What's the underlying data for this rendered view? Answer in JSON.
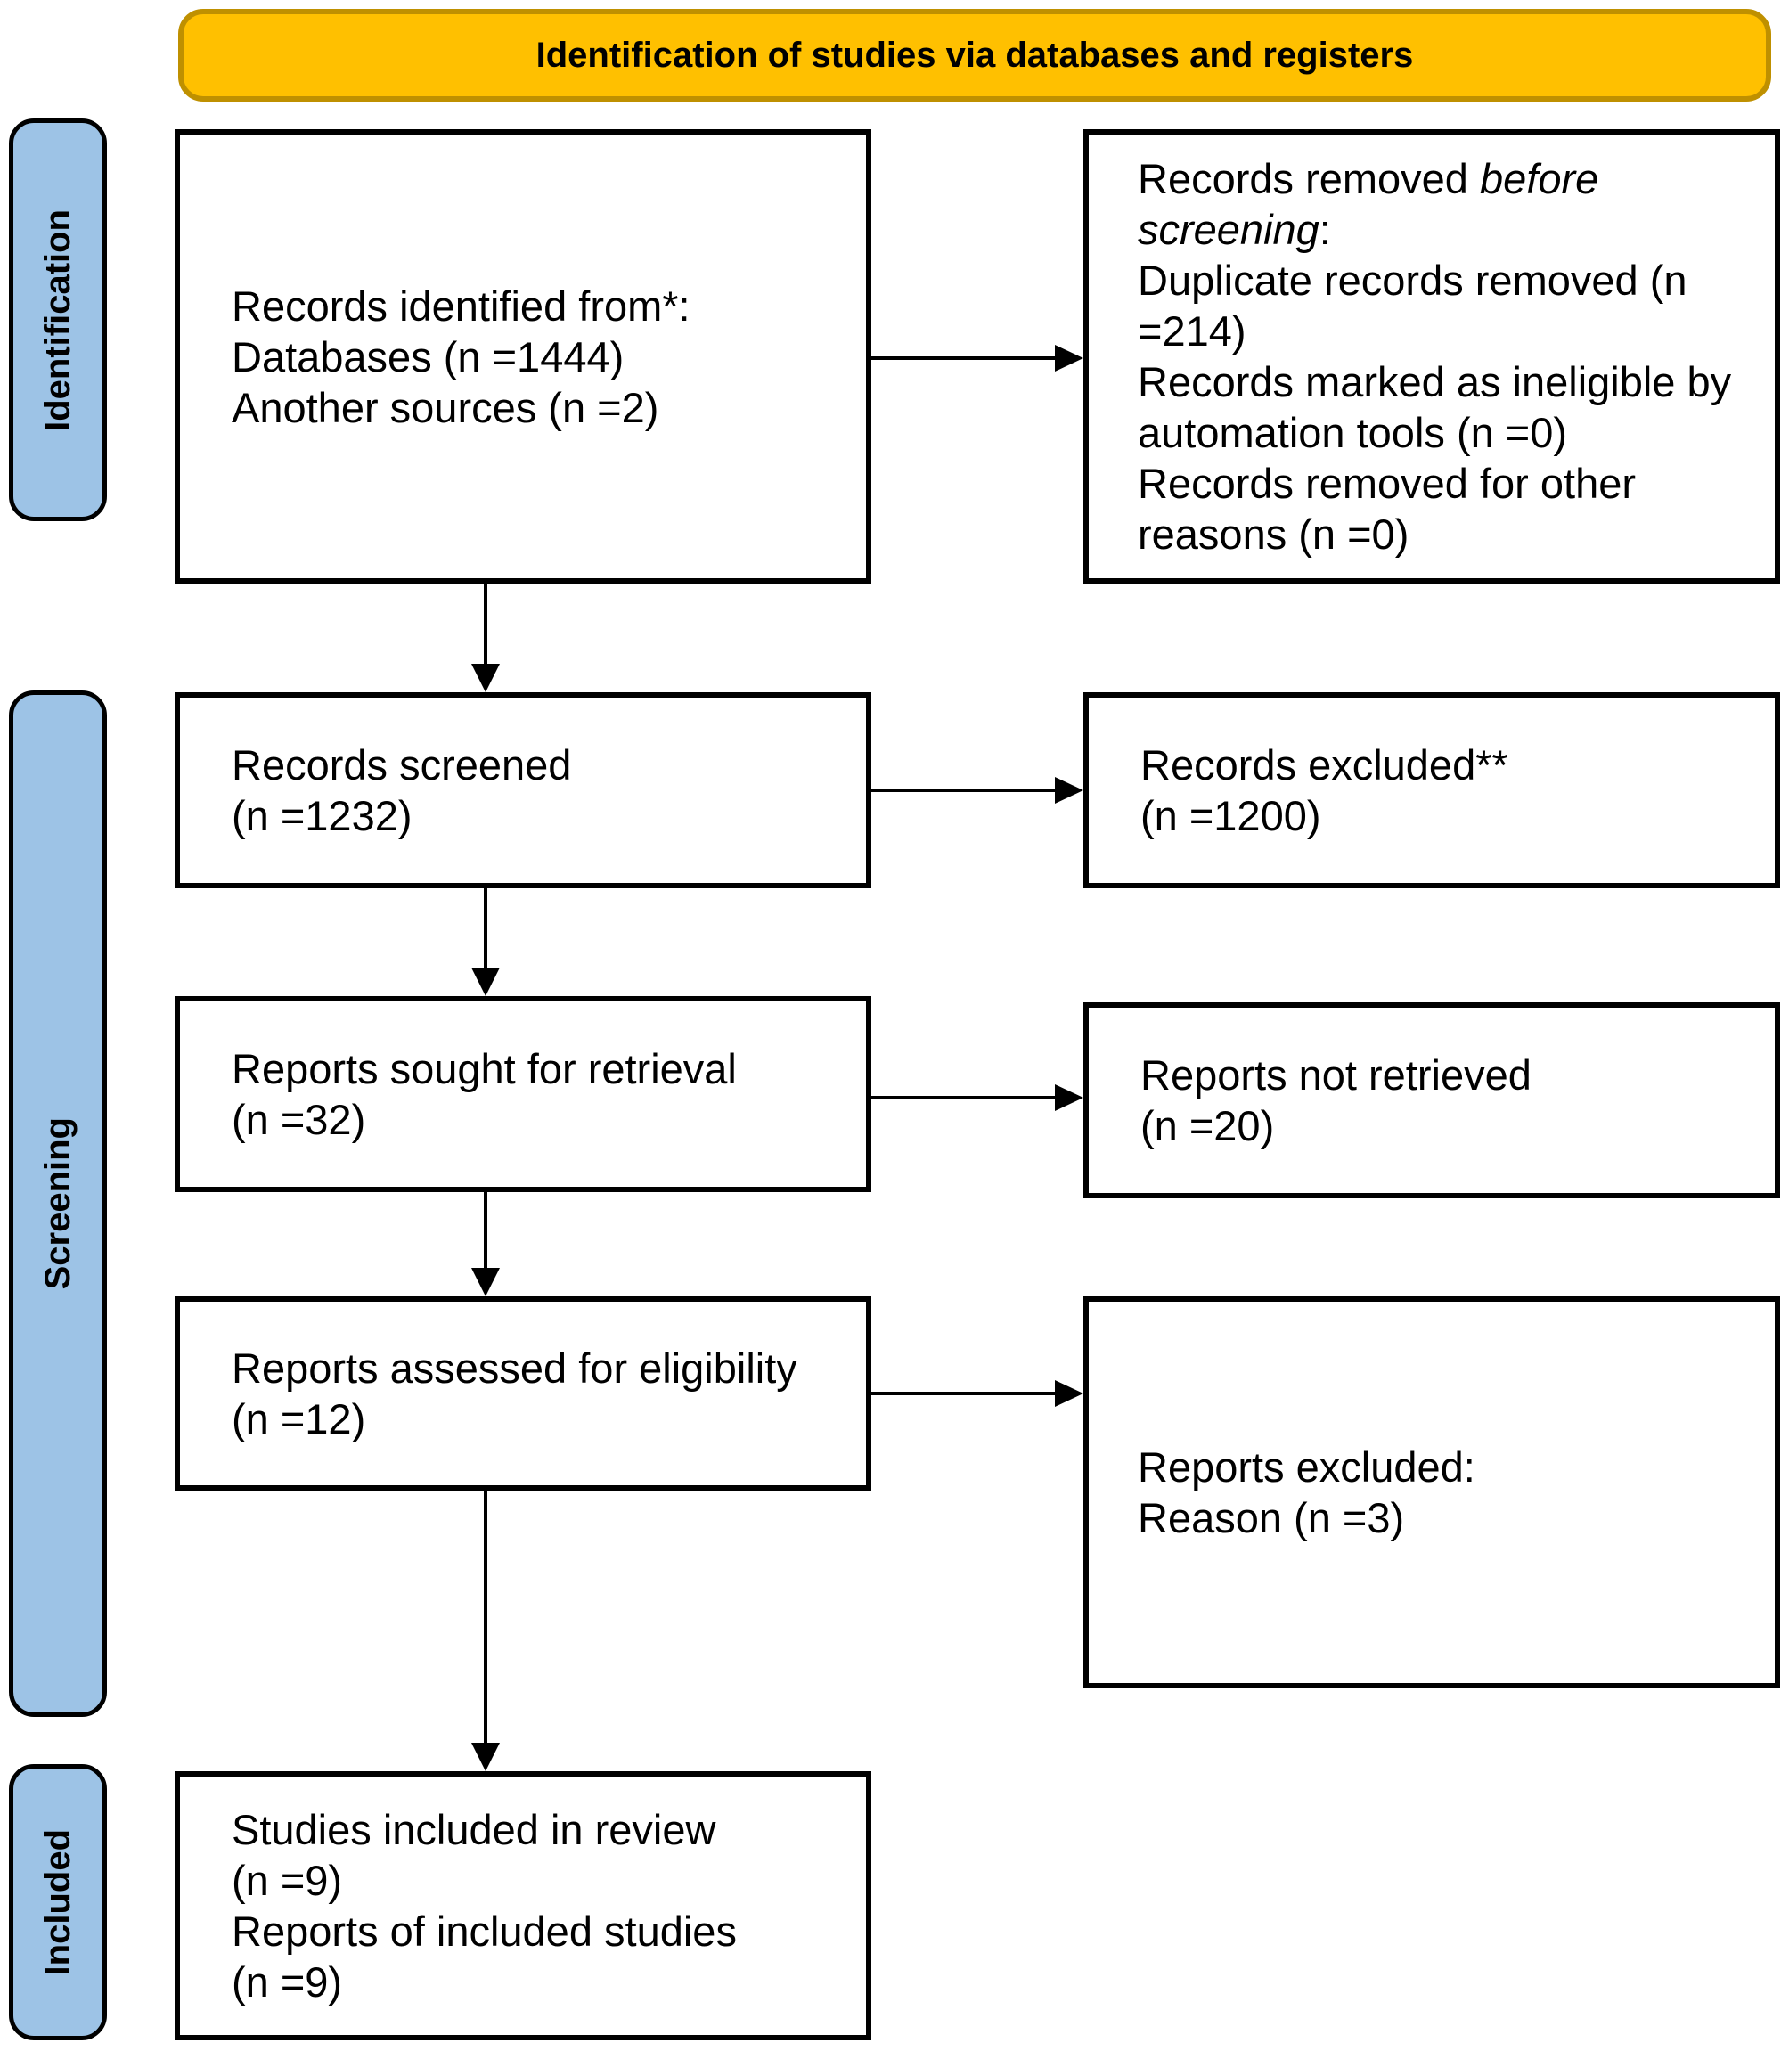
{
  "title": "Identification of studies via databases and registers",
  "colors": {
    "banner": "#FFC000",
    "banner_border": "#BF9000",
    "stage_fill": "#9DC3E6"
  },
  "stages": {
    "identification": "Identification",
    "screening": "Screening",
    "included": "Included"
  },
  "boxes": {
    "identified": "Records identified from*:\nDatabases (n =1444)\nAnother sources (n =2)",
    "removed_pre": "Records removed ",
    "removed_italic": "before screening",
    "removed_colon": ":",
    "removed_rest": "Duplicate records removed (n =214)\nRecords marked as ineligible by automation tools (n =0)\nRecords removed for other reasons (n =0)",
    "screened": "Records screened\n(n =1232)",
    "records_excluded": "Records excluded**\n(n =1200)",
    "sought": "Reports sought for retrieval\n(n =32)",
    "not_retrieved": "Reports not retrieved\n(n =20)",
    "assessed": "Reports assessed for eligibility\n(n =12)",
    "reports_excluded": "Reports excluded:\nReason (n =3)",
    "included_studies": "Studies included in review\n(n =9)\nReports of included studies\n(n =9)"
  }
}
